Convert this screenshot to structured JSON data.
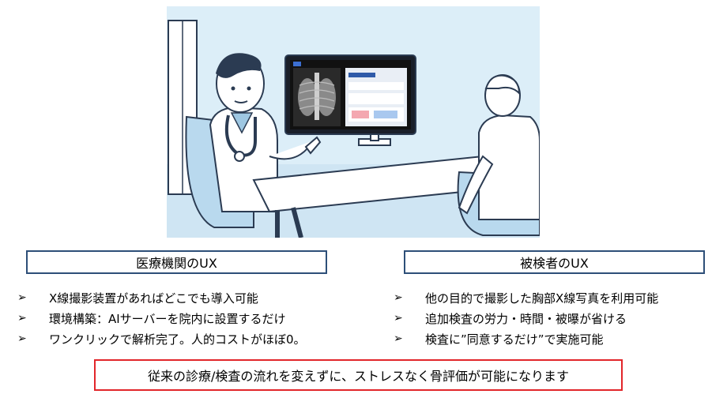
{
  "medical": {
    "title": "医療機関のUX",
    "items": [
      "X線撮影装置があればどこでも導入可能",
      "環境構築：AIサーバーを院内に設置するだけ",
      "ワンクリックで解析完了。人的コストがほぼ0。"
    ]
  },
  "patient": {
    "title": "被検者のUX",
    "items": [
      "他の目的で撮影した胸部X線写真を利用可能",
      "追加検査の労力・時間・被曝が省ける",
      "検査に”同意するだけ”で実施可能"
    ]
  },
  "bullet_glyph": "➢",
  "summary": "従来の診療/検査の流れを変えずに、ストレスなく骨評価が可能になります",
  "colors": {
    "box_border": "#2d4f78",
    "summary_border": "#e2262a",
    "illustration_bg": "#dceef8"
  }
}
